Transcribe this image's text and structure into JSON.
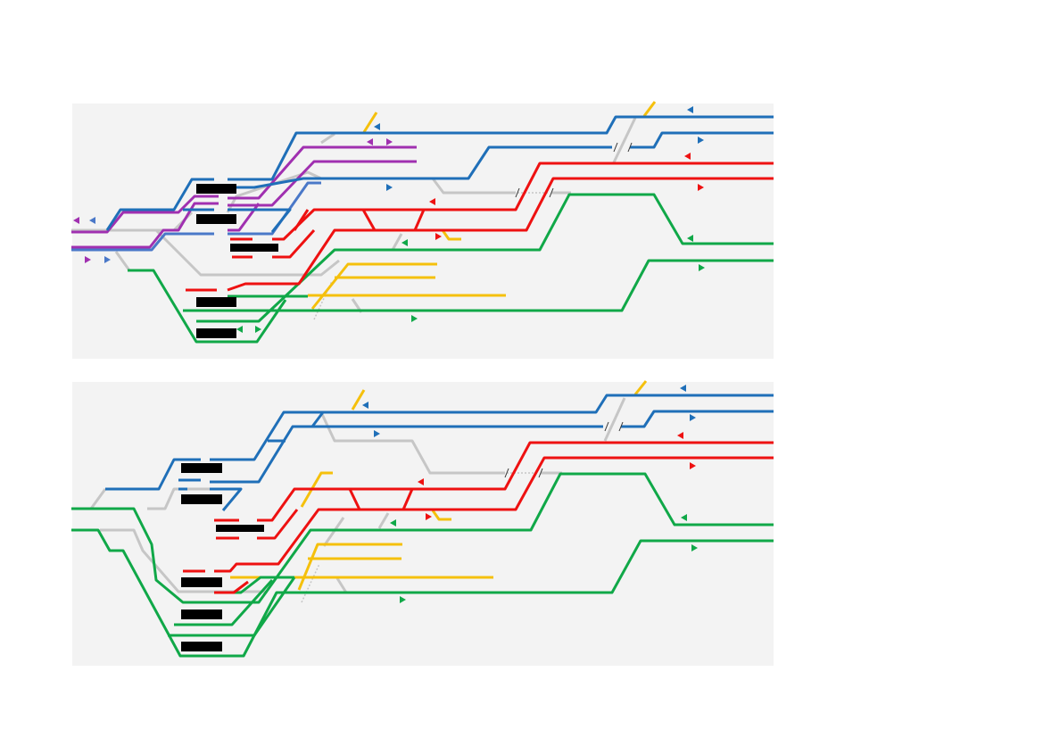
{
  "colors": {
    "blue": "#1f6fb8",
    "lightblue": "#4a78c8",
    "purple": "#a030b0",
    "red": "#ee1111",
    "green": "#10a848",
    "yellow": "#f5c00c",
    "gray": "#c6c6c6",
    "platform": "#000000",
    "panel": "#f3f3f3"
  },
  "panels": [
    {
      "id": "top",
      "platforms": 5
    },
    {
      "id": "bottom",
      "platforms": 6
    }
  ]
}
